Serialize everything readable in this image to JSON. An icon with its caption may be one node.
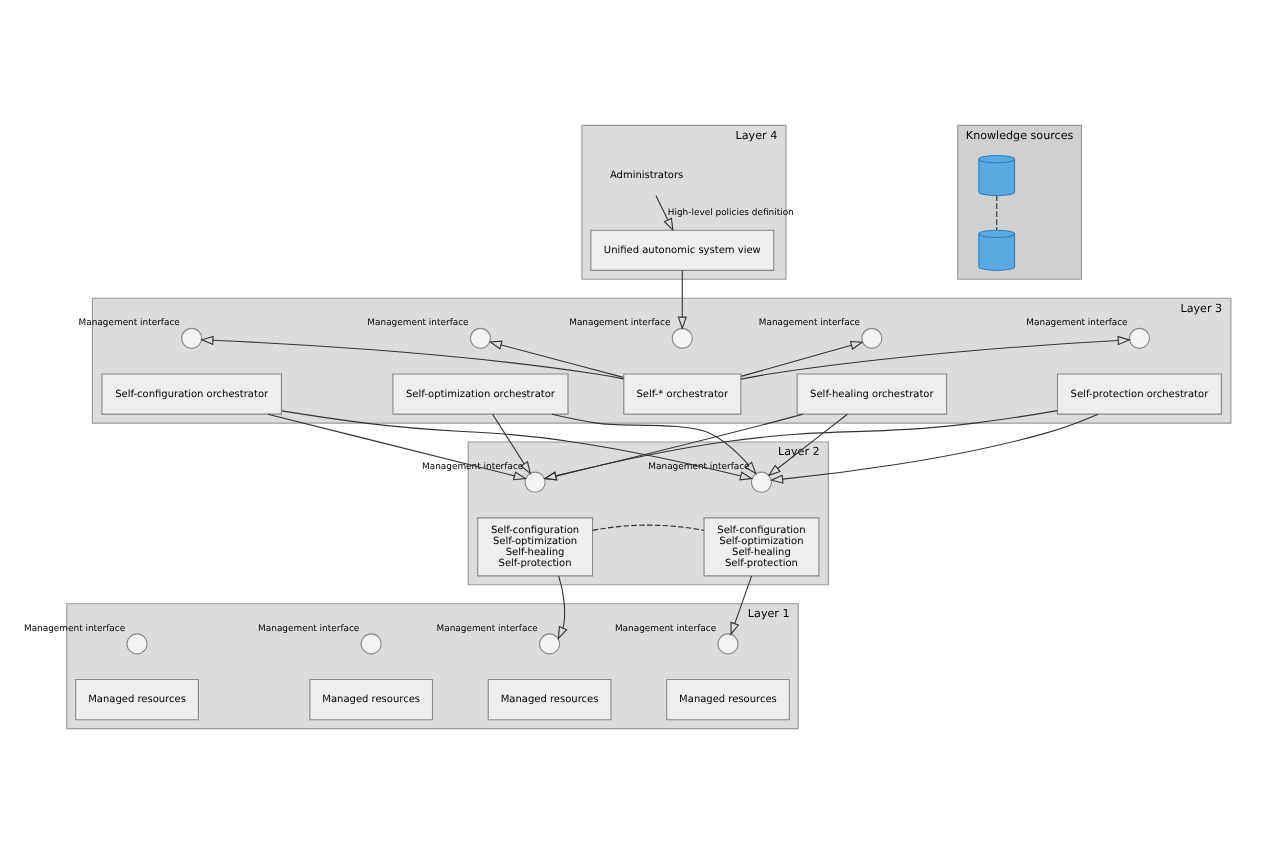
{
  "diagram": {
    "nodes": [
      {
        "text": [
          "Layer 4"
        ]
      },
      {
        "text": [
          "Administrators"
        ],
        "in": 0
      },
      {
        "text": [
          "Unified autonomic system view"
        ],
        "in": 0
      },
      {
        "text": [
          "Layer 3"
        ]
      },
      {
        "text": [],
        "shape": "circle",
        "beside": [
          "Management interface"
        ],
        "in": 3
      },
      {
        "text": [
          "Self-* orchestrator"
        ],
        "in": 3
      },
      {
        "text": [],
        "shape": "circle",
        "beside": [
          "Management interface"
        ],
        "in": 3
      },
      {
        "text": [
          "Self-configuration orchestrator"
        ],
        "in": 3
      },
      {
        "text": [],
        "shape": "circle",
        "beside": [
          "Management interface"
        ],
        "in": 3
      },
      {
        "text": [
          "Self-optimization orchestrator"
        ],
        "in": 3
      },
      {
        "text": [],
        "shape": "circle",
        "beside": [
          "Management interface"
        ],
        "in": 3
      },
      {
        "text": [
          "Self-healing orchestrator"
        ],
        "in": 3
      },
      {
        "text": [],
        "shape": "circle",
        "beside": [
          "Management interface"
        ],
        "in": 3
      },
      {
        "text": [
          "Self-protection orchestrator"
        ],
        "in": 3
      },
      {
        "text": [
          "Layer 2"
        ]
      },
      {
        "text": [],
        "shape": "circle",
        "beside": [
          "Management interface"
        ],
        "in": 14
      },
      {
        "text": [
          "Self-configuration",
          "Self-optimization",
          "Self-healing",
          "Self-protection"
        ],
        "in": 14
      },
      {
        "text": [],
        "shape": "circle",
        "beside": [
          "Management interface"
        ],
        "in": 14
      },
      {
        "text": [
          "Self-configuration",
          "Self-optimization",
          "Self-healing",
          "Self-protection"
        ],
        "in": 14
      },
      {
        "text": [
          "Layer 1"
        ]
      },
      {
        "text": [],
        "shape": "circle",
        "beside": [
          "Management interface"
        ],
        "in": 19
      },
      {
        "text": [
          "Managed resources"
        ],
        "in": 19
      },
      {
        "text": [],
        "shape": "circle",
        "beside": [
          "Management interface"
        ],
        "in": 19
      },
      {
        "text": [
          "Managed resources"
        ],
        "in": 19
      },
      {
        "text": [],
        "shape": "circle",
        "beside": [
          "Management interface"
        ],
        "in": 19
      },
      {
        "text": [
          "Managed resources"
        ],
        "in": 19
      },
      {
        "text": [],
        "shape": "circle",
        "beside": [
          "Management interface"
        ],
        "in": 19
      },
      {
        "text": [
          "Managed resources"
        ],
        "in": 19
      },
      {
        "text": [
          "Knowledge sources"
        ]
      },
      {
        "text": [],
        "shape": "cylinder",
        "in": 28
      },
      {
        "text": [],
        "shape": "cylinder",
        "in": 28
      }
    ],
    "edges": [
      {
        "from": 1,
        "to": 2,
        "arrow": "to",
        "label": "High-level policies definition"
      },
      {
        "from": 2,
        "to": 4,
        "arrow": "to"
      },
      {
        "from": 5,
        "to": 6,
        "arrow": "to"
      },
      {
        "from": 5,
        "to": 8,
        "arrow": "to"
      },
      {
        "from": 5,
        "to": 10,
        "arrow": "to"
      },
      {
        "from": 5,
        "to": 12,
        "arrow": "to"
      },
      {
        "from": 7,
        "to": 15,
        "arrow": "to"
      },
      {
        "from": 9,
        "to": 15,
        "arrow": "to"
      },
      {
        "from": 11,
        "to": 15,
        "arrow": "to"
      },
      {
        "from": 13,
        "to": 15,
        "arrow": "to"
      },
      {
        "from": 7,
        "to": 17,
        "arrow": "to"
      },
      {
        "from": 9,
        "to": 17,
        "arrow": "to"
      },
      {
        "from": 11,
        "to": 17,
        "arrow": "to"
      },
      {
        "from": 13,
        "to": 17,
        "arrow": "to"
      },
      {
        "from": 16,
        "to": 18,
        "arrow": "none",
        "style": "dashed"
      },
      {
        "from": 16,
        "to": 20,
        "arrow": "to"
      },
      {
        "from": 18,
        "to": 26,
        "arrow": "to"
      },
      {
        "from": 29,
        "to": 30,
        "arrow": "none",
        "style": "dashed"
      }
    ]
  }
}
